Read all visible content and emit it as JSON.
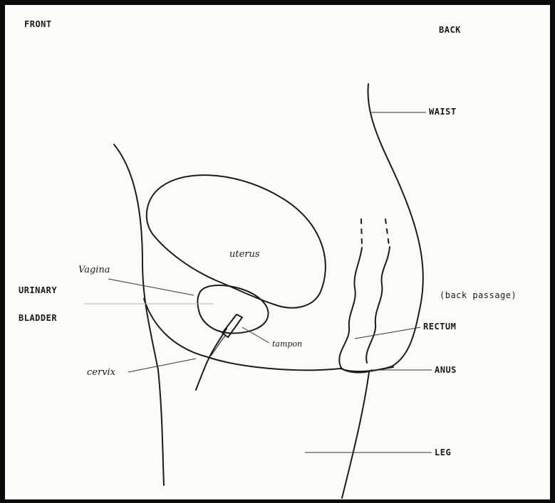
{
  "labels": {
    "front": "FRONT",
    "back": "BACK",
    "waist": "WAIST",
    "urinary": "URINARY",
    "bladder": "BLADDER",
    "back_passage": "(back passage)",
    "rectum": "RECTUM",
    "anus": "ANUS",
    "leg": "LEG"
  },
  "handwritten": {
    "uterus": "uterus",
    "vagina": "Vagina",
    "tampon": "tampon",
    "cervix": "cervix"
  }
}
